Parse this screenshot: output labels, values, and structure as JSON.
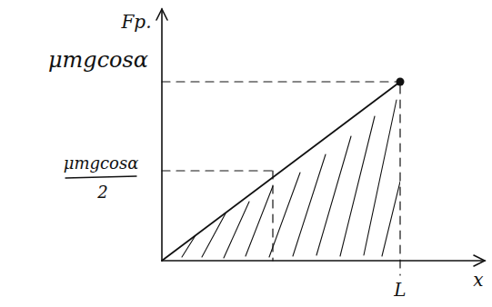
{
  "diagram": {
    "labels": [
      "Fp.",
      "μmgcosα",
      "μmgcosα",
      "2",
      "x",
      "L"
    ]
  }
}
